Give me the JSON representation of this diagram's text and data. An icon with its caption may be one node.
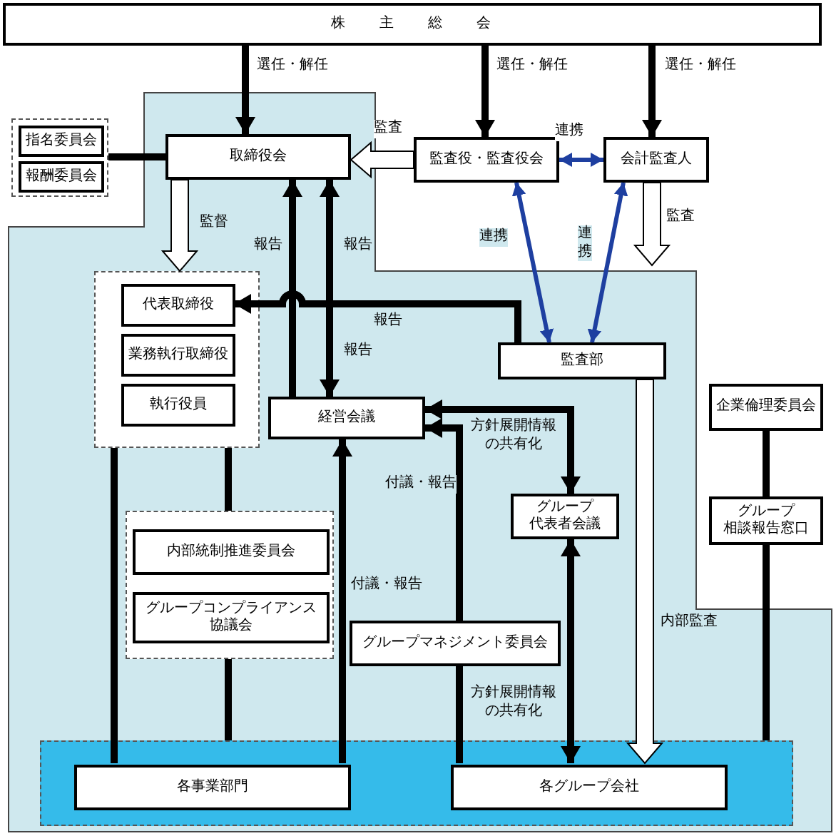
{
  "diagram": {
    "nodes": [
      {
        "text": [
          "株主総会"
        ]
      },
      {
        "text": [],
        "shape": "box"
      },
      {
        "text": [
          "指名委員会"
        ],
        "in": 1
      },
      {
        "text": [
          "報酬委員会"
        ],
        "in": 1
      },
      {
        "text": [
          "取締役会"
        ]
      },
      {
        "text": [
          "監査役・監査役会"
        ]
      },
      {
        "text": [
          "会計監査人"
        ]
      },
      {
        "text": [],
        "shape": "box"
      },
      {
        "text": [
          "代表取締役"
        ],
        "in": 7
      },
      {
        "text": [
          "業務執行取締役"
        ],
        "in": 7
      },
      {
        "text": [
          "執行役員"
        ],
        "in": 7
      },
      {
        "text": [
          "経営会議"
        ]
      },
      {
        "text": [
          "監査部"
        ]
      },
      {
        "text": [],
        "shape": "box"
      },
      {
        "text": [
          "内部統制推進委員会"
        ],
        "in": 13
      },
      {
        "text": [
          "グループコンプライアンス協議会"
        ],
        "in": 13
      },
      {
        "text": [
          "グループ代表者会議"
        ]
      },
      {
        "text": [
          "企業倫理委員会"
        ]
      },
      {
        "text": [
          "グループ相談報告窓口"
        ]
      },
      {
        "text": [
          "グループマネジメント委員会"
        ]
      },
      {
        "text": [],
        "shape": "box"
      },
      {
        "text": [
          "各事業部門"
        ],
        "in": 20
      },
      {
        "text": [
          "各グループ会社"
        ],
        "in": 20
      }
    ],
    "edges": [
      {
        "from": 0,
        "to": 4,
        "arrow": "to",
        "label": "選任・解任"
      },
      {
        "from": 0,
        "to": 5,
        "arrow": "to",
        "label": "選任・解任"
      },
      {
        "from": 0,
        "to": 6,
        "arrow": "to",
        "label": "選任・解任"
      },
      {
        "from": 1,
        "to": 4,
        "arrow": "none"
      },
      {
        "from": 5,
        "to": 4,
        "arrow": "to",
        "label": "監査",
        "color": "#ffffff"
      },
      {
        "from": 5,
        "to": 6,
        "arrow": "both",
        "label": "連携",
        "color": "#1e3fa0"
      },
      {
        "from": 4,
        "to": 7,
        "arrow": "to",
        "label": "監督",
        "color": "#ffffff"
      },
      {
        "from": 6,
        "to": null,
        "arrow": "to",
        "label": "監査",
        "color": "#ffffff"
      },
      {
        "from": 12,
        "to": 5,
        "arrow": "both",
        "label": "連携",
        "color": "#1e3fa0"
      },
      {
        "from": 12,
        "to": 6,
        "arrow": "both",
        "label": "連携",
        "color": "#1e3fa0"
      },
      {
        "from": 12,
        "to": 8,
        "arrow": "to",
        "label": "報告"
      },
      {
        "from": 11,
        "to": 4,
        "arrow": "to",
        "label": "報告"
      },
      {
        "from": 4,
        "to": 11,
        "arrow": "both",
        "label": "報告"
      },
      {
        "from": 12,
        "to": 22,
        "arrow": "to",
        "label": "内部監査",
        "color": "#ffffff"
      },
      {
        "from": 11,
        "to": 16,
        "arrow": "both",
        "label": "方針展開情報の共有化"
      },
      {
        "from": 19,
        "to": 11,
        "arrow": "to",
        "label": "付議・報告"
      },
      {
        "from": 21,
        "to": 11,
        "arrow": "to",
        "label": "付議・報告"
      },
      {
        "from": 16,
        "to": 22,
        "arrow": "both",
        "label": "方針展開情報の共有化"
      },
      {
        "from": 19,
        "to": 22,
        "arrow": "none"
      },
      {
        "from": 7,
        "to": 21,
        "arrow": "none"
      },
      {
        "from": 7,
        "to": 13,
        "arrow": "none"
      },
      {
        "from": 13,
        "to": 20,
        "arrow": "none"
      },
      {
        "from": 17,
        "to": 18,
        "arrow": "none"
      },
      {
        "from": 18,
        "to": 20,
        "arrow": "none"
      }
    ],
    "labels": [
      "報告"
    ]
  }
}
